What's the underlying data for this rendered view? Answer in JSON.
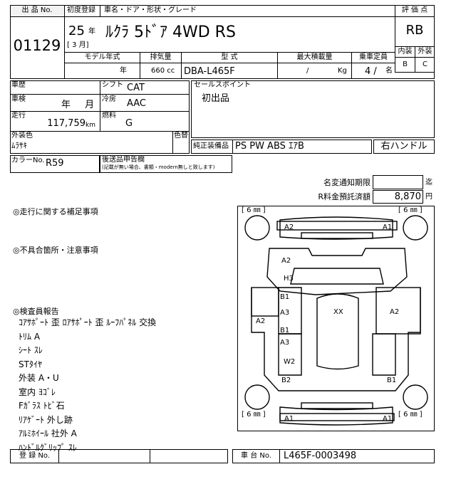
{
  "header": {
    "lot_label": "出 品 No.",
    "lot_no": "01129",
    "first_reg_label": "初度登録",
    "car_name_label": "車名・ドア・形状・グレード",
    "reg_year": "25",
    "reg_year_unit": "年",
    "reg_month_bracket": "[ 3 月]",
    "car_name": "ﾙｸﾗ 5ﾄﾞｱ 4WD RS",
    "grade_label": "評 価 点",
    "grade": "RB",
    "interior_label": "内装",
    "exterior_label": "外装",
    "interior": "B",
    "exterior": "C"
  },
  "model_row": {
    "model_year_label": "モデル年式",
    "displacement_label": "排気量",
    "type_label": "型 式",
    "max_load_label": "最大積載量",
    "capacity_label": "乗車定員",
    "model_year_unit": "年",
    "displacement": "660 cc",
    "type": "DBA-L465F",
    "max_load": "/",
    "max_load_unit": "Kg",
    "capacity": "4 /",
    "capacity_unit": "名"
  },
  "specs": {
    "history_label": "車歴",
    "shift_label": "シフト",
    "shift": "CAT",
    "inspection_label": "車検",
    "inspection": "年 月",
    "ac_label": "冷房",
    "ac": "AAC",
    "mileage_label": "走行",
    "mileage": "117,759",
    "mileage_unit": "km",
    "fuel_label": "燃料",
    "fuel": "G",
    "ext_color_label": "外装色",
    "ext_color": "ﾑﾗｻｷ",
    "color_change_label": "色替",
    "color_no_label": "カラーNo.",
    "color_no": "R59",
    "later_doc_label": "後送品申告欄",
    "later_doc_note": "(記載が無い場合、書類・modern無しと致します)",
    "sales_point_label": "セールスポイント",
    "sales_point": "初出品",
    "equipment_label": "純正装備品",
    "equipment": "PS PW ABS ｴｱB",
    "steering": "右ハンドル"
  },
  "deadline": {
    "name_change_label": "名変通知期限",
    "name_change_unit": "迄",
    "recycle_label": "R料金預託済額",
    "recycle_value": "8,870",
    "recycle_unit": "円"
  },
  "notes": {
    "driving_label": "◎走行に関する補足事項",
    "defect_label": "◎不具合箇所・注意事項",
    "inspector_label": "◎検査員報告",
    "inspector_lines": [
      "ｺｱｻﾎﾟｰﾄ 歪  ﾛｱｻﾎﾟｰﾄ 歪  ﾙｰﾌﾊﾟﾈﾙ 交換",
      "ﾄﾘﾑ A",
      "ｼｰﾄ ｽﾚ",
      "STﾀｲﾔ",
      "外装 A・U",
      "室内 ﾖｺﾞﾚ",
      "Fｶﾞﾗｽ ﾄﾋﾞ石",
      "ﾘｱｹﾞｰﾄ 外し跡",
      "ｱﾙﾐﾎｲｰﾙ 社外 A",
      "ﾊﾝﾄﾞﾙｸﾞﾘｯﾌﾟ ｽﾚ"
    ]
  },
  "diagram": {
    "tire_tl": "[ 6 ㎜ ]",
    "tire_tr": "[ 6 ㎜ ]",
    "tire_bl": "[ 6 ㎜ ]",
    "tire_br": "[ 6 ㎜ ]",
    "front_bumper_left": "A2",
    "front_bumper_right": "A1",
    "hood_top": "A2",
    "hood": "H3",
    "left_front_door_dent": "B1",
    "left_front_door": "A3",
    "roof": "XX",
    "right_side": "A2",
    "left_fender": "A2",
    "left_rear_door_dent": "B1",
    "left_rear_door": "A3",
    "windshield_rear": "W2",
    "left_rear_quarter": "B2",
    "right_rear_quarter": "B1",
    "rear_bumper_left": "A1",
    "rear_bumper_right": "A1"
  },
  "footer": {
    "reg_no_label": "登 録 No.",
    "chassis_label": "車 台 No.",
    "chassis_no": "L465F-0003498"
  }
}
